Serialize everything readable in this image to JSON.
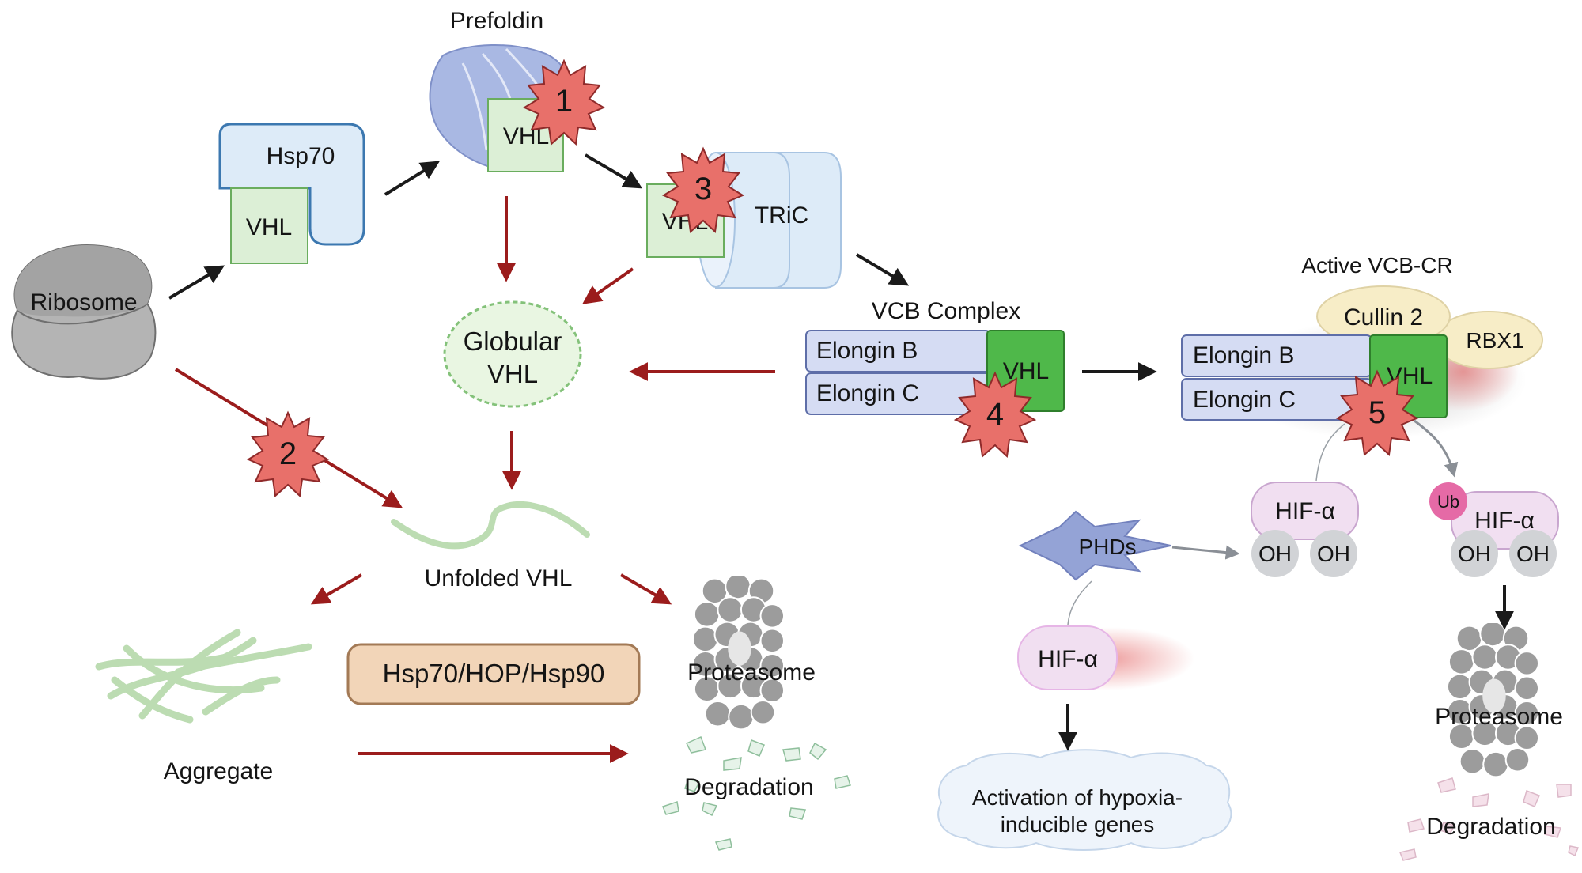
{
  "labels": {
    "ribosome": "Ribosome",
    "hsp70": "Hsp70",
    "vhl": "VHL",
    "prefoldin": "Prefoldin",
    "tric": "TRiC",
    "globular_line1": "Globular",
    "globular_line2": "VHL",
    "unfolded_vhl": "Unfolded VHL",
    "aggregate": "Aggregate",
    "hsp70_hop_hsp90": "Hsp70/HOP/Hsp90",
    "proteasome": "Proteasome",
    "degradation": "Degradation",
    "vcb_complex": "VCB Complex",
    "elongin_b": "Elongin B",
    "elongin_c": "Elongin C",
    "active_vcb_cr": "Active VCB-CR",
    "cullin2": "Cullin 2",
    "rbx1": "RBX1",
    "phds": "PHDs",
    "hif_alpha": "HIF-α",
    "oh": "OH",
    "ub": "Ub",
    "activation_line1": "Activation of hypoxia-",
    "activation_line2": "inducible genes"
  },
  "badges": [
    "1",
    "2",
    "3",
    "4",
    "5"
  ],
  "colors": {
    "black_arrow": "#1a1a1a",
    "red_arrow": "#9b1c1c",
    "badge_fill": "#e8706a",
    "vhl_light": "#dcefd6",
    "vhl_dark": "#4fb84a",
    "elongin": "#d5dcf3",
    "hsp70_box": "#ddebf8",
    "prefoldin": "#a9b8e3",
    "globular_fill": "#e9f6e2",
    "hsp_chaperone_box": "#f2d5b8",
    "hif_box": "#f1dff1",
    "phds": "#94a3d6",
    "oh_circle": "#d1d3d6",
    "ub_circle": "#e56aa6",
    "cullin": "#f7edc7"
  }
}
